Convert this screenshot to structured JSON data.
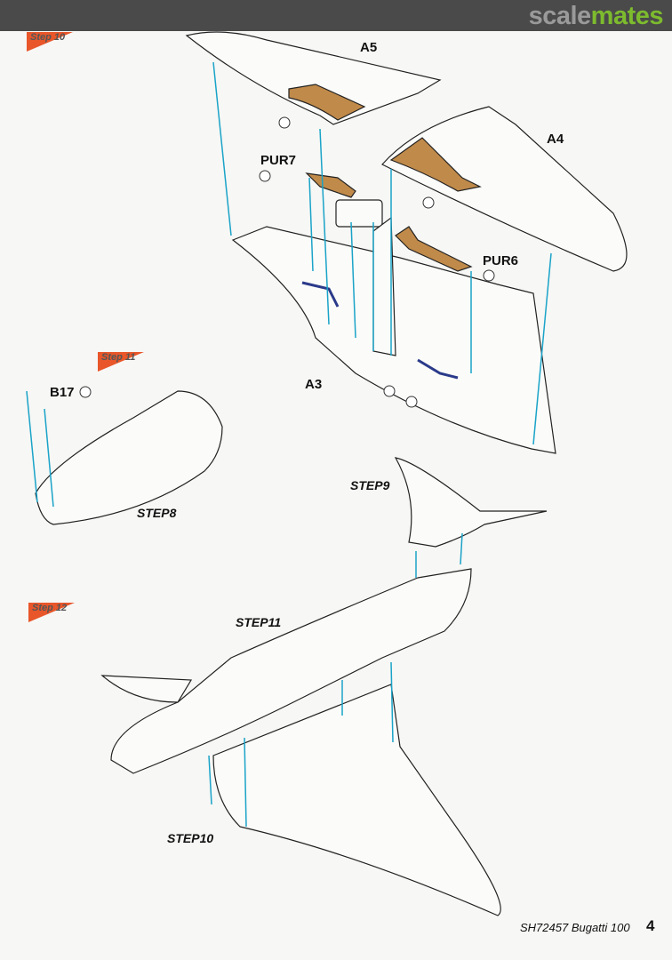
{
  "header": {
    "logo_part1": "scale",
    "logo_part2": "mates"
  },
  "step_tags": {
    "step10": "Step 10",
    "step11": "Step 11",
    "step12": "Step 12"
  },
  "parts": {
    "a5": "A5",
    "a4": "A4",
    "pur7": "PUR7",
    "pur6": "PUR6",
    "a3": "A3",
    "b17": "B17"
  },
  "step_refs": {
    "step8": "STEP8",
    "step9": "STEP9",
    "step11": "STEP11",
    "step10": "STEP10"
  },
  "footer": {
    "kit": "SH72457 Bugatti 100",
    "page_number": "4"
  },
  "colors": {
    "arrow": "#1aa3c8",
    "tan": "#c08a4a",
    "accent": "#e8562a",
    "navy": "#2a3a8a"
  }
}
